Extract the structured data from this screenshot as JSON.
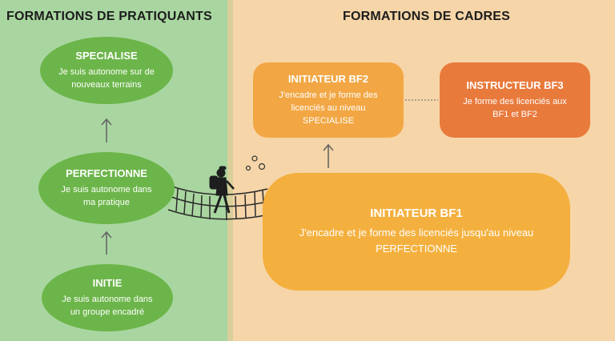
{
  "sections": {
    "left_title": "FORMATIONS DE PRATIQUANTS",
    "right_title": "FORMATIONS DE CADRES"
  },
  "pratiquants": [
    {
      "title": "SPECIALISE",
      "desc": "Je suis autonome sur de\nnouveaux terrains"
    },
    {
      "title": "PERFECTIONNE",
      "desc": "Je suis autonome dans\nma pratique"
    },
    {
      "title": "INITIE",
      "desc": "Je suis autonome dans\nun groupe encadré"
    }
  ],
  "cadres": {
    "bf2": {
      "title": "INITIATEUR BF2",
      "desc": "J'encadre et je forme des\nlicenciés au niveau\nSPECIALISE"
    },
    "bf3": {
      "title": "INSTRUCTEUR BF3",
      "desc": "Je forme des licenciés aux\nBF1 et BF2"
    },
    "bf1": {
      "title": "INITIATEUR BF1",
      "desc": "J'encadre et je forme des licenciés jusqu'au niveau\nPERFECTIONNE"
    }
  },
  "colors": {
    "left_panel": "#a9d6a0",
    "right_panel": "#f6d5a8",
    "green_node": "#6cb54a",
    "bf2": "#f2a744",
    "bf3": "#e87a3c",
    "bf1": "#f4b03e",
    "arrow": "#666666"
  },
  "icons": {
    "bridge": "rope-bridge-icon",
    "hiker": "hiker-icon"
  }
}
